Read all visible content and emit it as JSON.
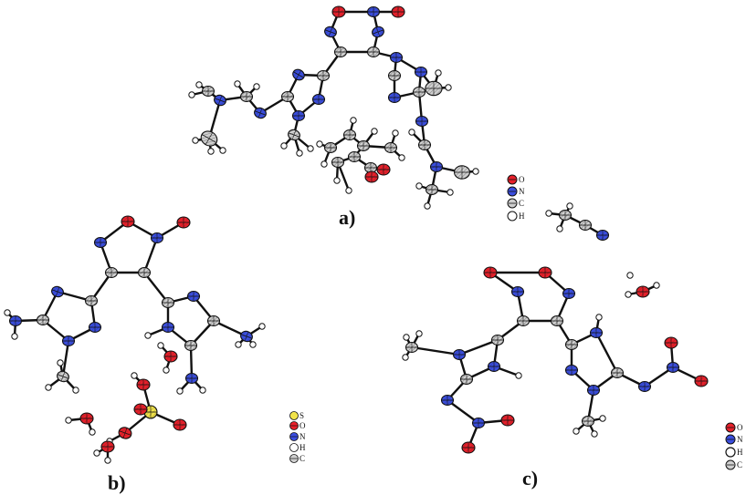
{
  "figure": {
    "panels": [
      {
        "id": "a",
        "label": "a)"
      },
      {
        "id": "b",
        "label": "b)"
      },
      {
        "id": "c",
        "label": "c)"
      }
    ],
    "legends": {
      "a": [
        {
          "symbol": "O",
          "color": "#e8202a"
        },
        {
          "symbol": "N",
          "color": "#3a4ee0"
        },
        {
          "symbol": "C",
          "color": "#7a7a7a"
        },
        {
          "symbol": "H",
          "color": "#ffffff"
        }
      ],
      "b": [
        {
          "symbol": "S",
          "color": "#f1e34a"
        },
        {
          "symbol": "O",
          "color": "#e8202a"
        },
        {
          "symbol": "N",
          "color": "#3a4ee0"
        },
        {
          "symbol": "H",
          "color": "#ffffff"
        },
        {
          "symbol": "C",
          "color": "#7a7a7a"
        }
      ],
      "c": [
        {
          "symbol": "O",
          "color": "#e8202a"
        },
        {
          "symbol": "N",
          "color": "#3a4ee0"
        },
        {
          "symbol": "H",
          "color": "#ffffff"
        },
        {
          "symbol": "C",
          "color": "#7a7a7a"
        }
      ]
    }
  }
}
